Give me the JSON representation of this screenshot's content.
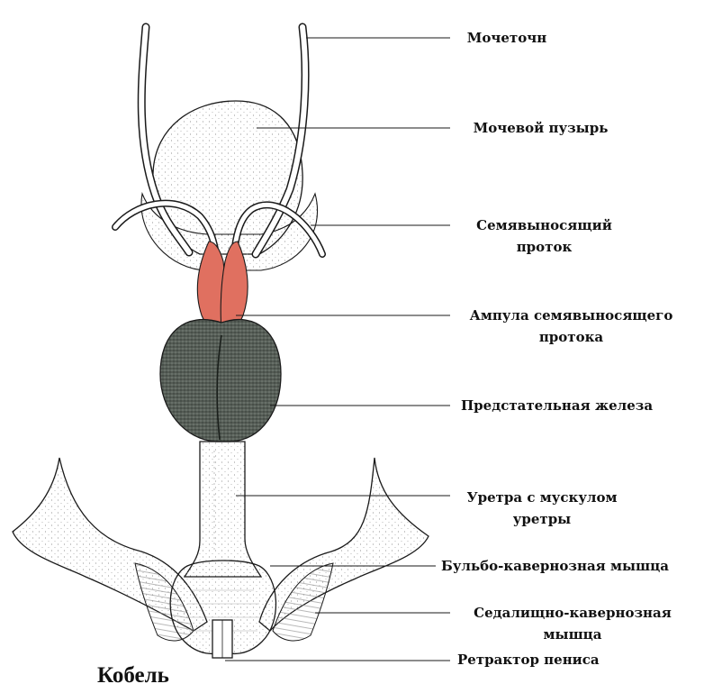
{
  "labels": {
    "ureter": "Мочеточн",
    "bladder": "Мочевой пузырь",
    "vas_deferens": "Семявыносящий проток",
    "ampulla": "Ампула семявыносящего протока",
    "prostate": "Предстательная железа",
    "urethra": "Уретра с мускулом уретры",
    "bulbocavernosus": "Бульбо-кавернозная мышца",
    "ischiocavernosus": "Седалищно-кавернозная мышца",
    "retractor": "Ретрактор пениса"
  },
  "caption": "Кобель",
  "colors": {
    "ampulla": "#e07060",
    "prostate": "#606860",
    "outline": "#1a1a1a"
  }
}
